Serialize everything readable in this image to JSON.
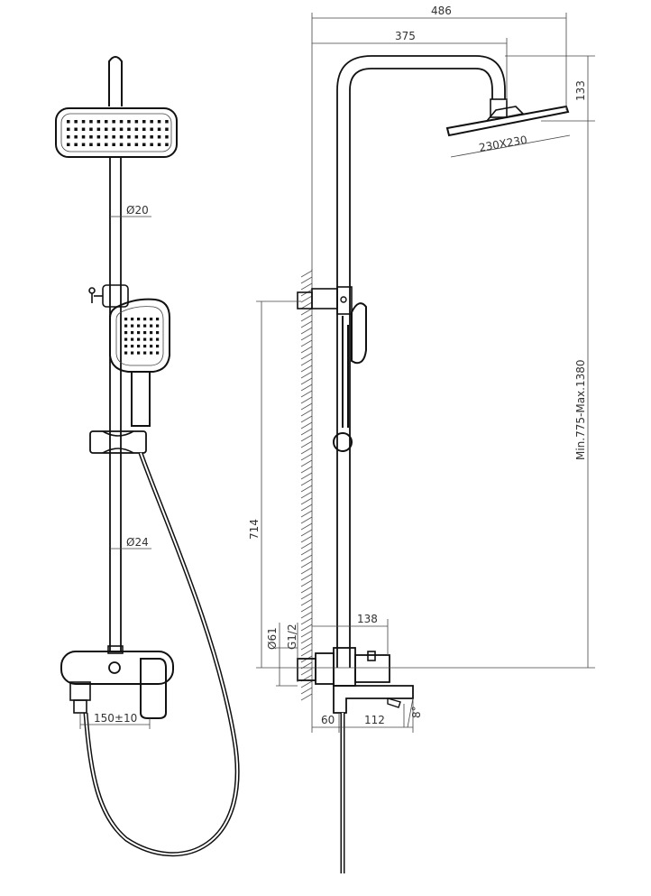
{
  "dimensions": {
    "overall_width": "486",
    "arm_length": "375",
    "head_drop": "133",
    "head_size": "230X230",
    "height_range": "Min.775-Max.1380",
    "rail_diameter_top": "Ø20",
    "rail_diameter_bottom": "Ø24",
    "bracket_height": "714",
    "flange_diameter": "Ø61",
    "thread": "G1/2",
    "mixer_depth": "138",
    "wall_offset": "60",
    "spout_length": "112",
    "spout_angle": "8°",
    "inlet_spacing": "150±10"
  }
}
